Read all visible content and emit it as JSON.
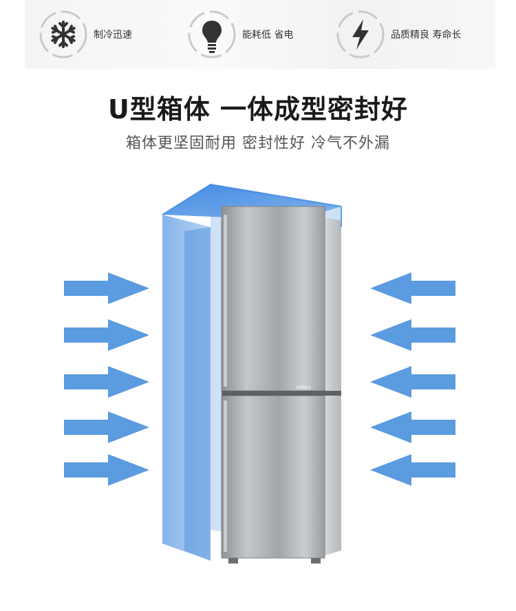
{
  "features": [
    {
      "icon": "snowflake-icon",
      "label": "制冷迅速"
    },
    {
      "icon": "lightbulb-icon",
      "label": "能耗低 省电"
    },
    {
      "icon": "lightning-icon",
      "label": "品质精良 寿命长"
    }
  ],
  "headline": "U型箱体 一体成型密封好",
  "subheadline": "箱体更坚固耐用 密封性好 冷气不外漏",
  "brand_badge": "KONKA",
  "colors": {
    "accent_blue": "#5b9be0",
    "outline_blue": "#2f7fe0",
    "fridge_steel": "#a9adb2",
    "text_dark": "#1a1a1a",
    "text_gray": "#555555"
  }
}
